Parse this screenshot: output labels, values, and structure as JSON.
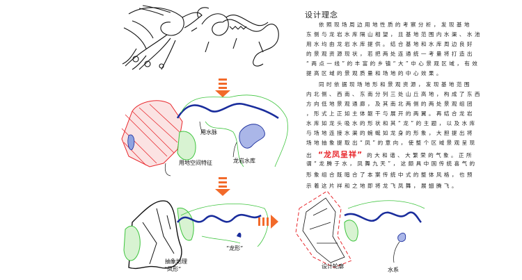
{
  "heading": "设计理念",
  "paragraph1": [
    "依照现场周边用地性质的考察分析，发现基地",
    "东侧与龙岩水库隔山相望，且基地范围内水渠、水池",
    "用水均由龙岩水库提供。结合基地和水库周边良好",
    "的景观资源现状，若把两处连通统一考量将打造出",
    "“两点一线”的丰富的乡镇“大”中心景观区域，有效",
    "提高区域的景观质量和场地的中心效果。"
  ],
  "paragraph2": [
    "同时依据现场地形和景观资源，发现基地范围",
    "内北侧、西南、东南分列三处山丘高地，构成了东西",
    "方向低地景观通廊，及其南北两侧的两处景观组团",
    "，形式上正如主体躯干与展开的两翼。再结合龙岩",
    "水库如龙头吸水的形状和其“龙”的主题，以及水库",
    "与场地连接水渠的蜿蜒如龙身的形象，大胆提出将",
    "场地抽象提取出“凤”的意向，使整个区域景观呈现"
  ],
  "highlight_prefix": "出",
  "highlight": "“龙凤呈祥”",
  "highlight_suffix": "的大和谐、大繁荣的气象。正所",
  "paragraph2_end": [
    "谓“龙腾于水，凤舞九天”，这颇具中国传统喜气的",
    "形象组合既暗合了本案传统中式的整体风格，也预",
    "示着这片祥和之地即将龙飞凤舞，展翅腾飞。"
  ],
  "sketch_labels": {
    "water_channel": "用水脉",
    "reservoir": "龙岩水库",
    "site_feature": "用地空间特征",
    "phoenix_abstract": "抽象地理",
    "phoenix_shape": "“凤形”",
    "dragon_shape": "“龙形”",
    "design_outline": "设计轮廓",
    "water_system": "水系"
  },
  "colors": {
    "accent_red": "#e8262b",
    "arrow_orange": "#f26a2a",
    "water_blue": "#1a2d9c",
    "green": "#3cc43c"
  }
}
